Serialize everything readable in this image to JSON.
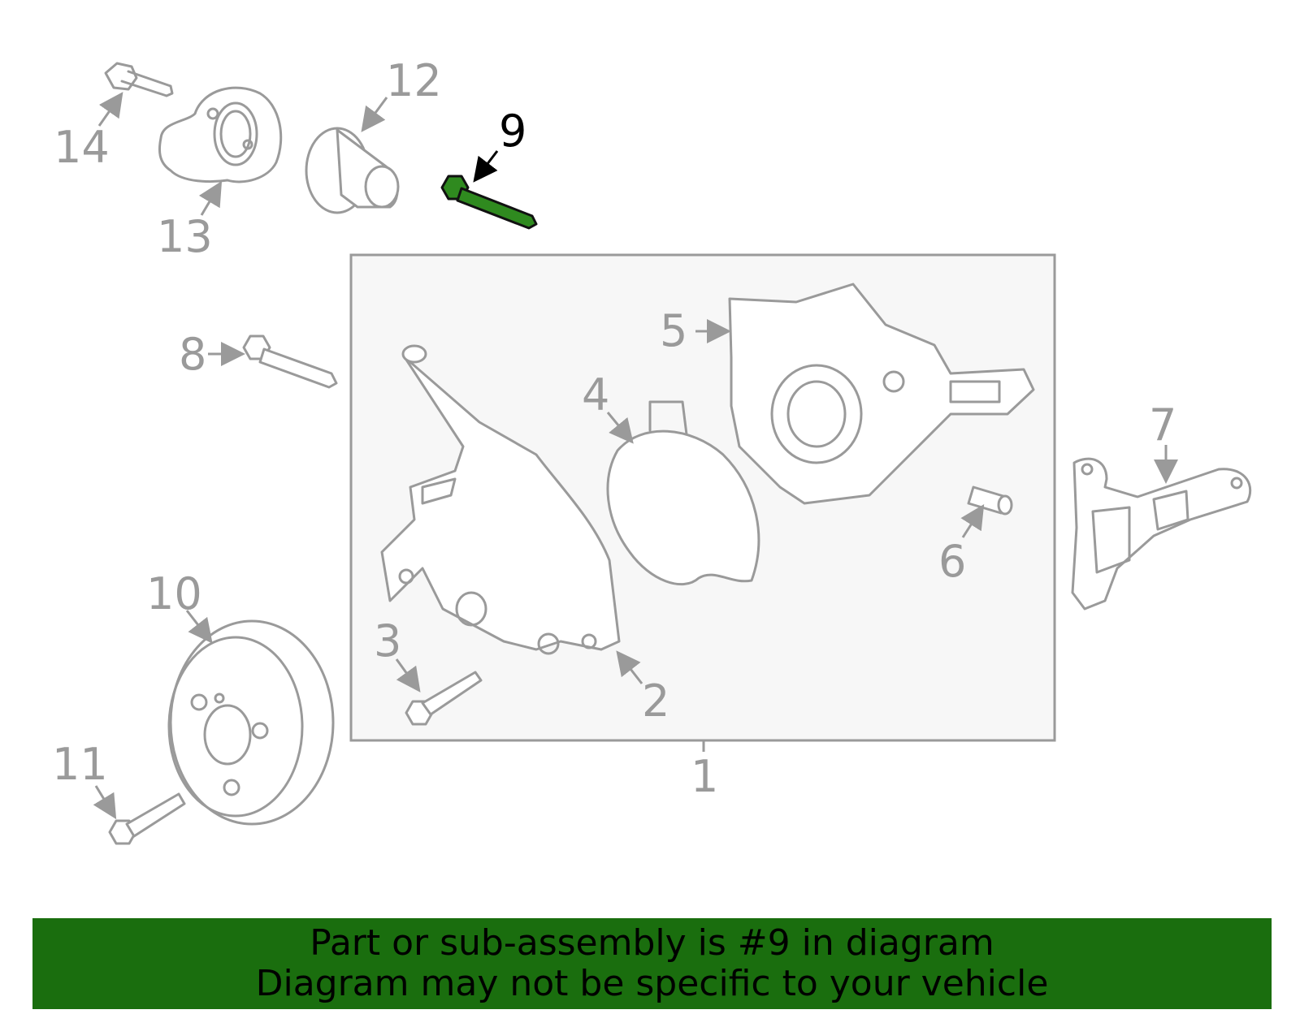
{
  "diagram": {
    "callouts": {
      "c1": "1",
      "c2": "2",
      "c3": "3",
      "c4": "4",
      "c5": "5",
      "c6": "6",
      "c7": "7",
      "c8": "8",
      "c9": "9",
      "c10": "10",
      "c11": "11",
      "c12": "12",
      "c13": "13",
      "c14": "14"
    },
    "highlighted_part": "9",
    "colors": {
      "highlight": "#2f8a1f",
      "line": "#9a9a9a",
      "box_fill": "#f7f7f7",
      "banner": "#1a6e0e"
    }
  },
  "banner": {
    "line1": "Part or sub-assembly is #9 in diagram",
    "line2": "Diagram may not be specific to your vehicle"
  }
}
